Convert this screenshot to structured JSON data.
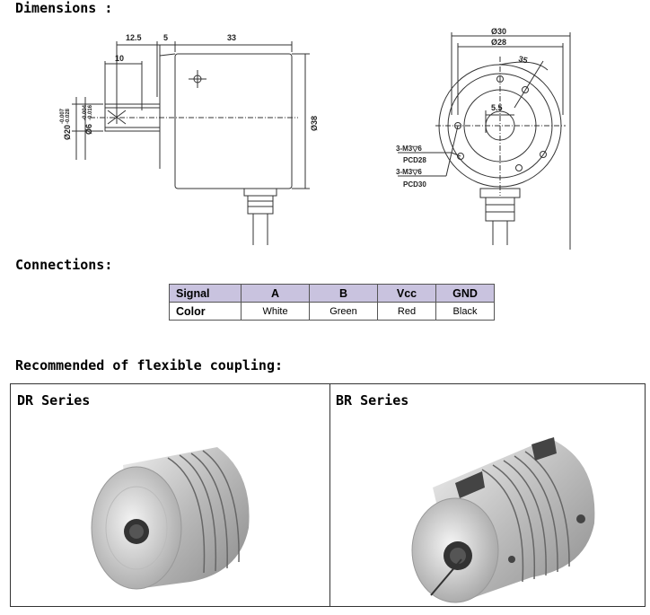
{
  "headings": {
    "dimensions": "Dimensions :",
    "connections": "Connections:",
    "recommended": "Recommended of flexible coupling:"
  },
  "side_view": {
    "dim_12_5": "12.5",
    "dim_5": "5",
    "dim_33": "33",
    "dim_10": "10",
    "dim_d38": "Ø38",
    "dim_d20": "Ø20",
    "dim_d20_tol_upper": "-0.007",
    "dim_d20_tol_lower": "-0.028",
    "dim_d6": "Ø6",
    "dim_d6_tol_upper": "-0.004",
    "dim_d6_tol_lower": "-0.016"
  },
  "front_view": {
    "dim_d30": "Ø30",
    "dim_d28": "Ø28",
    "dim_35": "35",
    "dim_5_5": "5.5",
    "label_m3_a": "3-M3▽6",
    "label_pcd28": "PCD28",
    "label_m3_b": "3-M3▽6",
    "label_pcd30": "PCD30"
  },
  "connections": {
    "headers": [
      "Signal",
      "A",
      "B",
      "Vcc",
      "GND"
    ],
    "row_label": "Color",
    "values": [
      "White",
      "Green",
      "Red",
      "Black"
    ]
  },
  "couplings": {
    "dr_title": "DR Series",
    "br_title": "BR Series"
  }
}
